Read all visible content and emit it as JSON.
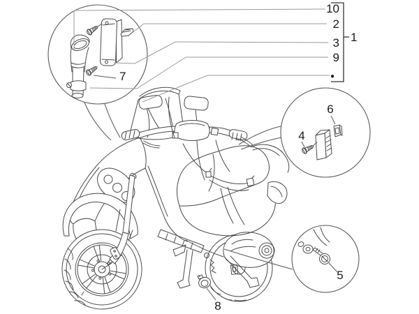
{
  "diagram": {
    "background_color": "#ffffff",
    "artwork_line_color": "#4a4a4a",
    "leader_line_color": "#9a9a9a",
    "label_color": "#1a1a1a",
    "legend": {
      "group_label": "1",
      "items": [
        {
          "label": "10",
          "part": "rubber-elbow-boot"
        },
        {
          "label": "2",
          "part": "spade-terminal"
        },
        {
          "label": "3",
          "part": "control-unit-box"
        },
        {
          "label": "9",
          "part": "hose-clamp"
        },
        {
          "label": "●",
          "part": "harness-point"
        }
      ]
    },
    "callouts": [
      {
        "label": "7",
        "part": "fixing-screw"
      },
      {
        "label": "4",
        "part": "fixing-screw"
      },
      {
        "label": "6",
        "part": "connector-clip"
      },
      {
        "label": "5",
        "part": "screw-with-washer"
      },
      {
        "label": "8",
        "part": "clamp"
      }
    ]
  }
}
